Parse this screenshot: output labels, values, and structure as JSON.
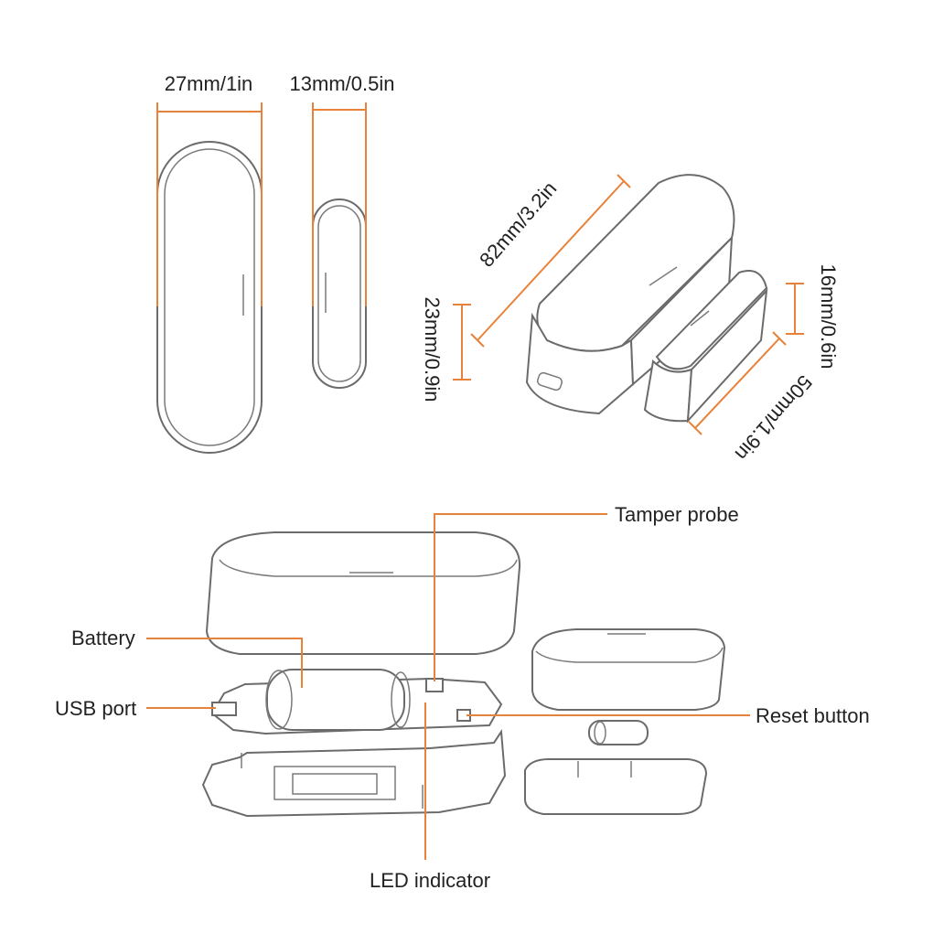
{
  "dimensions": {
    "width_large": "27mm/1in",
    "width_small": "13mm/0.5in",
    "length_large": "82mm/3.2in",
    "height_large": "23mm/0.9in",
    "height_small": "16mm/0.6in",
    "length_small": "50mm/1.9in"
  },
  "callouts": {
    "tamper_probe": "Tamper probe",
    "battery": "Battery",
    "usb_port": "USB port",
    "reset_button": "Reset button",
    "led_indicator": "LED indicator"
  },
  "colors": {
    "dimension_line": "#e8823a",
    "outline": "#6b6b6b"
  }
}
